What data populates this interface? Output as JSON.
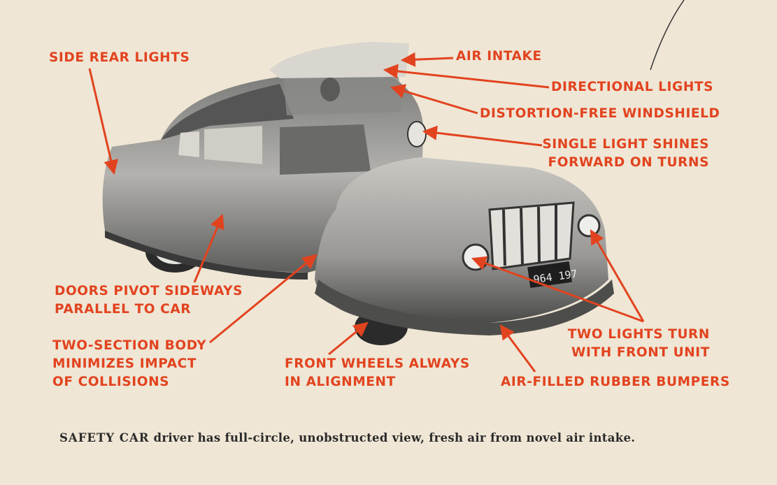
{
  "labels": {
    "side_rear_lights": "SIDE REAR LIGHTS",
    "air_intake": "AIR INTAKE",
    "directional_lights": "DIRECTIONAL LIGHTS",
    "windshield": "DISTORTION-FREE WINDSHIELD",
    "single_light": [
      "SINGLE LIGHT SHINES",
      "FORWARD ON TURNS"
    ],
    "doors": [
      "DOORS PIVOT SIDEWAYS",
      "PARALLEL TO CAR"
    ],
    "two_section": [
      "TWO-SECTION BODY",
      "MINIMIZES IMPACT",
      "OF COLLISIONS"
    ],
    "front_wheels": [
      "FRONT WHEELS ALWAYS",
      "IN ALIGNMENT"
    ],
    "two_lights": [
      "TWO LIGHTS TURN",
      "WITH FRONT UNIT"
    ],
    "bumpers": "AIR-FILLED RUBBER BUMPERS"
  },
  "license_plate": "964 197",
  "caption": {
    "lead": "SAFETY CAR",
    "text": " driver has full-circle, unobstructed view, fresh air from novel air intake."
  },
  "colors": {
    "background": "#efe6d5",
    "label_red": "#e2431f",
    "car_gray": "#9a9a98"
  }
}
